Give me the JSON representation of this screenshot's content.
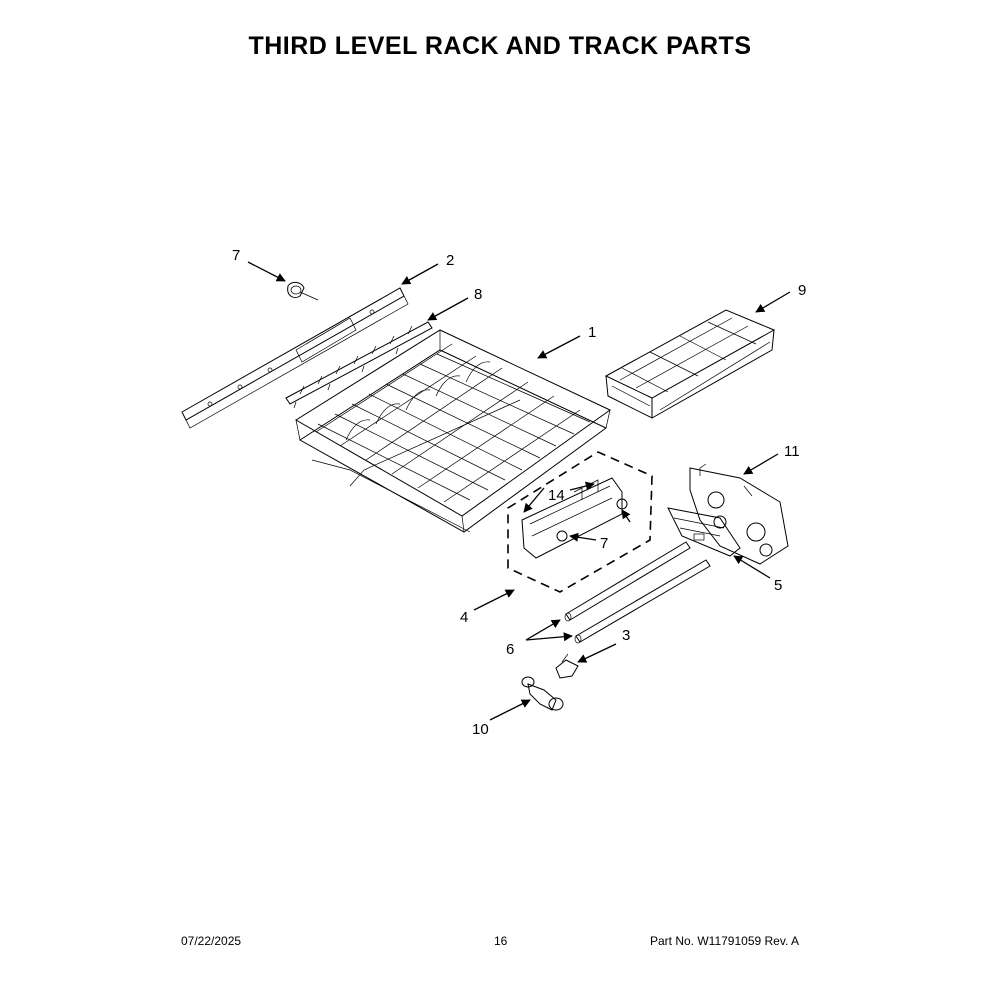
{
  "title": "THIRD LEVEL RACK AND TRACK PARTS",
  "callouts": {
    "c1": "1",
    "c2": "2",
    "c3": "3",
    "c4": "4",
    "c5": "5",
    "c6": "6",
    "c7a": "7",
    "c7b": "7",
    "c8": "8",
    "c9": "9",
    "c10": "10",
    "c11": "11",
    "c14": "14"
  },
  "footer": {
    "date": "07/22/2025",
    "page": "16",
    "part": "Part No.  W11791059  Rev.  A"
  }
}
